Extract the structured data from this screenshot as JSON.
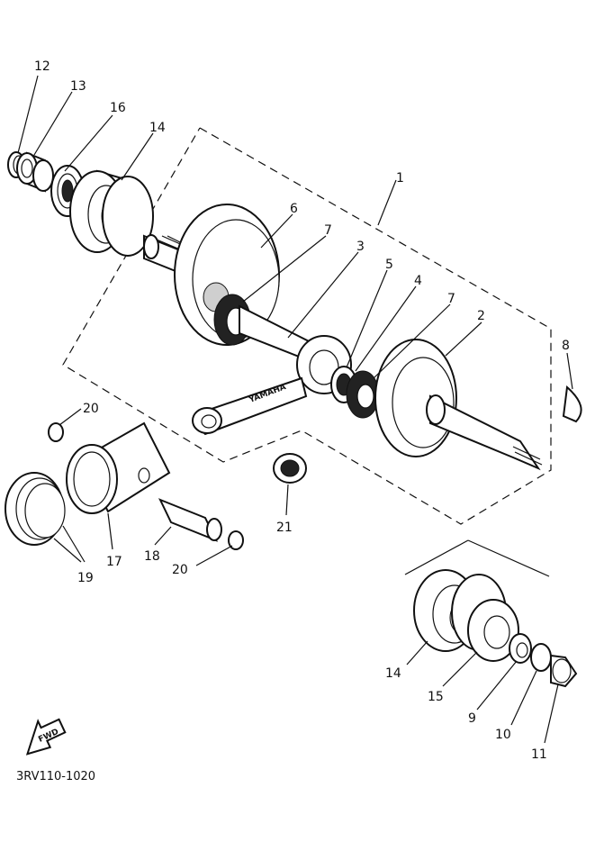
{
  "diagram_code": "3RV110-1020",
  "fwd_label": "FWD",
  "brand_mark": "YAMAHA",
  "callouts": {
    "p1": "1",
    "p2": "2",
    "p3": "3",
    "p4": "4",
    "p5": "5",
    "p6": "6",
    "p7a": "7",
    "p7b": "7",
    "p8": "8",
    "p9": "9",
    "p10": "10",
    "p11": "11",
    "p12": "12",
    "p13": "13",
    "p14a": "14",
    "p14b": "14",
    "p15": "15",
    "p16": "16",
    "p17": "17",
    "p18": "18",
    "p19": "19",
    "p20a": "20",
    "p20b": "20",
    "p21": "21"
  }
}
